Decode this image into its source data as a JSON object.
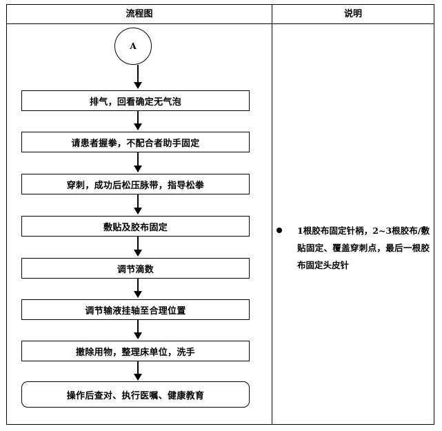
{
  "table": {
    "header_left": "流程图",
    "header_right": "说明"
  },
  "flow": {
    "connector_label": "A",
    "steps": [
      "排气，回看确定无气泡",
      "请患者握拳，不配合者助手固定",
      "穿刺，成功后松压脉带，指导松拳",
      "敷贴及胶布固定",
      "调节滴数",
      "调节输液挂轴至合理位置",
      "撤除用物，整理床单位，洗手",
      "操作后查对、执行医嘱、健康教育"
    ]
  },
  "note": {
    "text": "1根胶布固定针柄，2~3根胶布/敷贴固定、覆盖穿刺点，最后一根胶布固定头皮针"
  }
}
